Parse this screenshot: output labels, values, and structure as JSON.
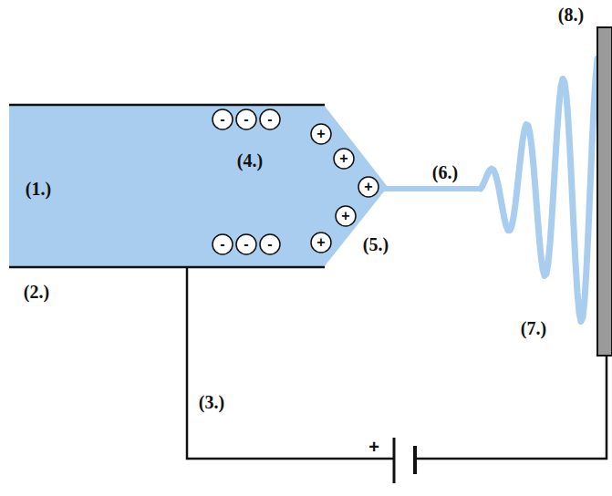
{
  "diagram": {
    "labels": [
      "(8.)",
      "(1.)",
      "(4.)",
      "-",
      "-",
      "-",
      "+",
      "+",
      "+",
      "+",
      "+",
      "(6.)",
      "(2.)",
      "-",
      "-",
      "-",
      "(5.)",
      "(7.)",
      "(3.)",
      "+"
    ]
  }
}
